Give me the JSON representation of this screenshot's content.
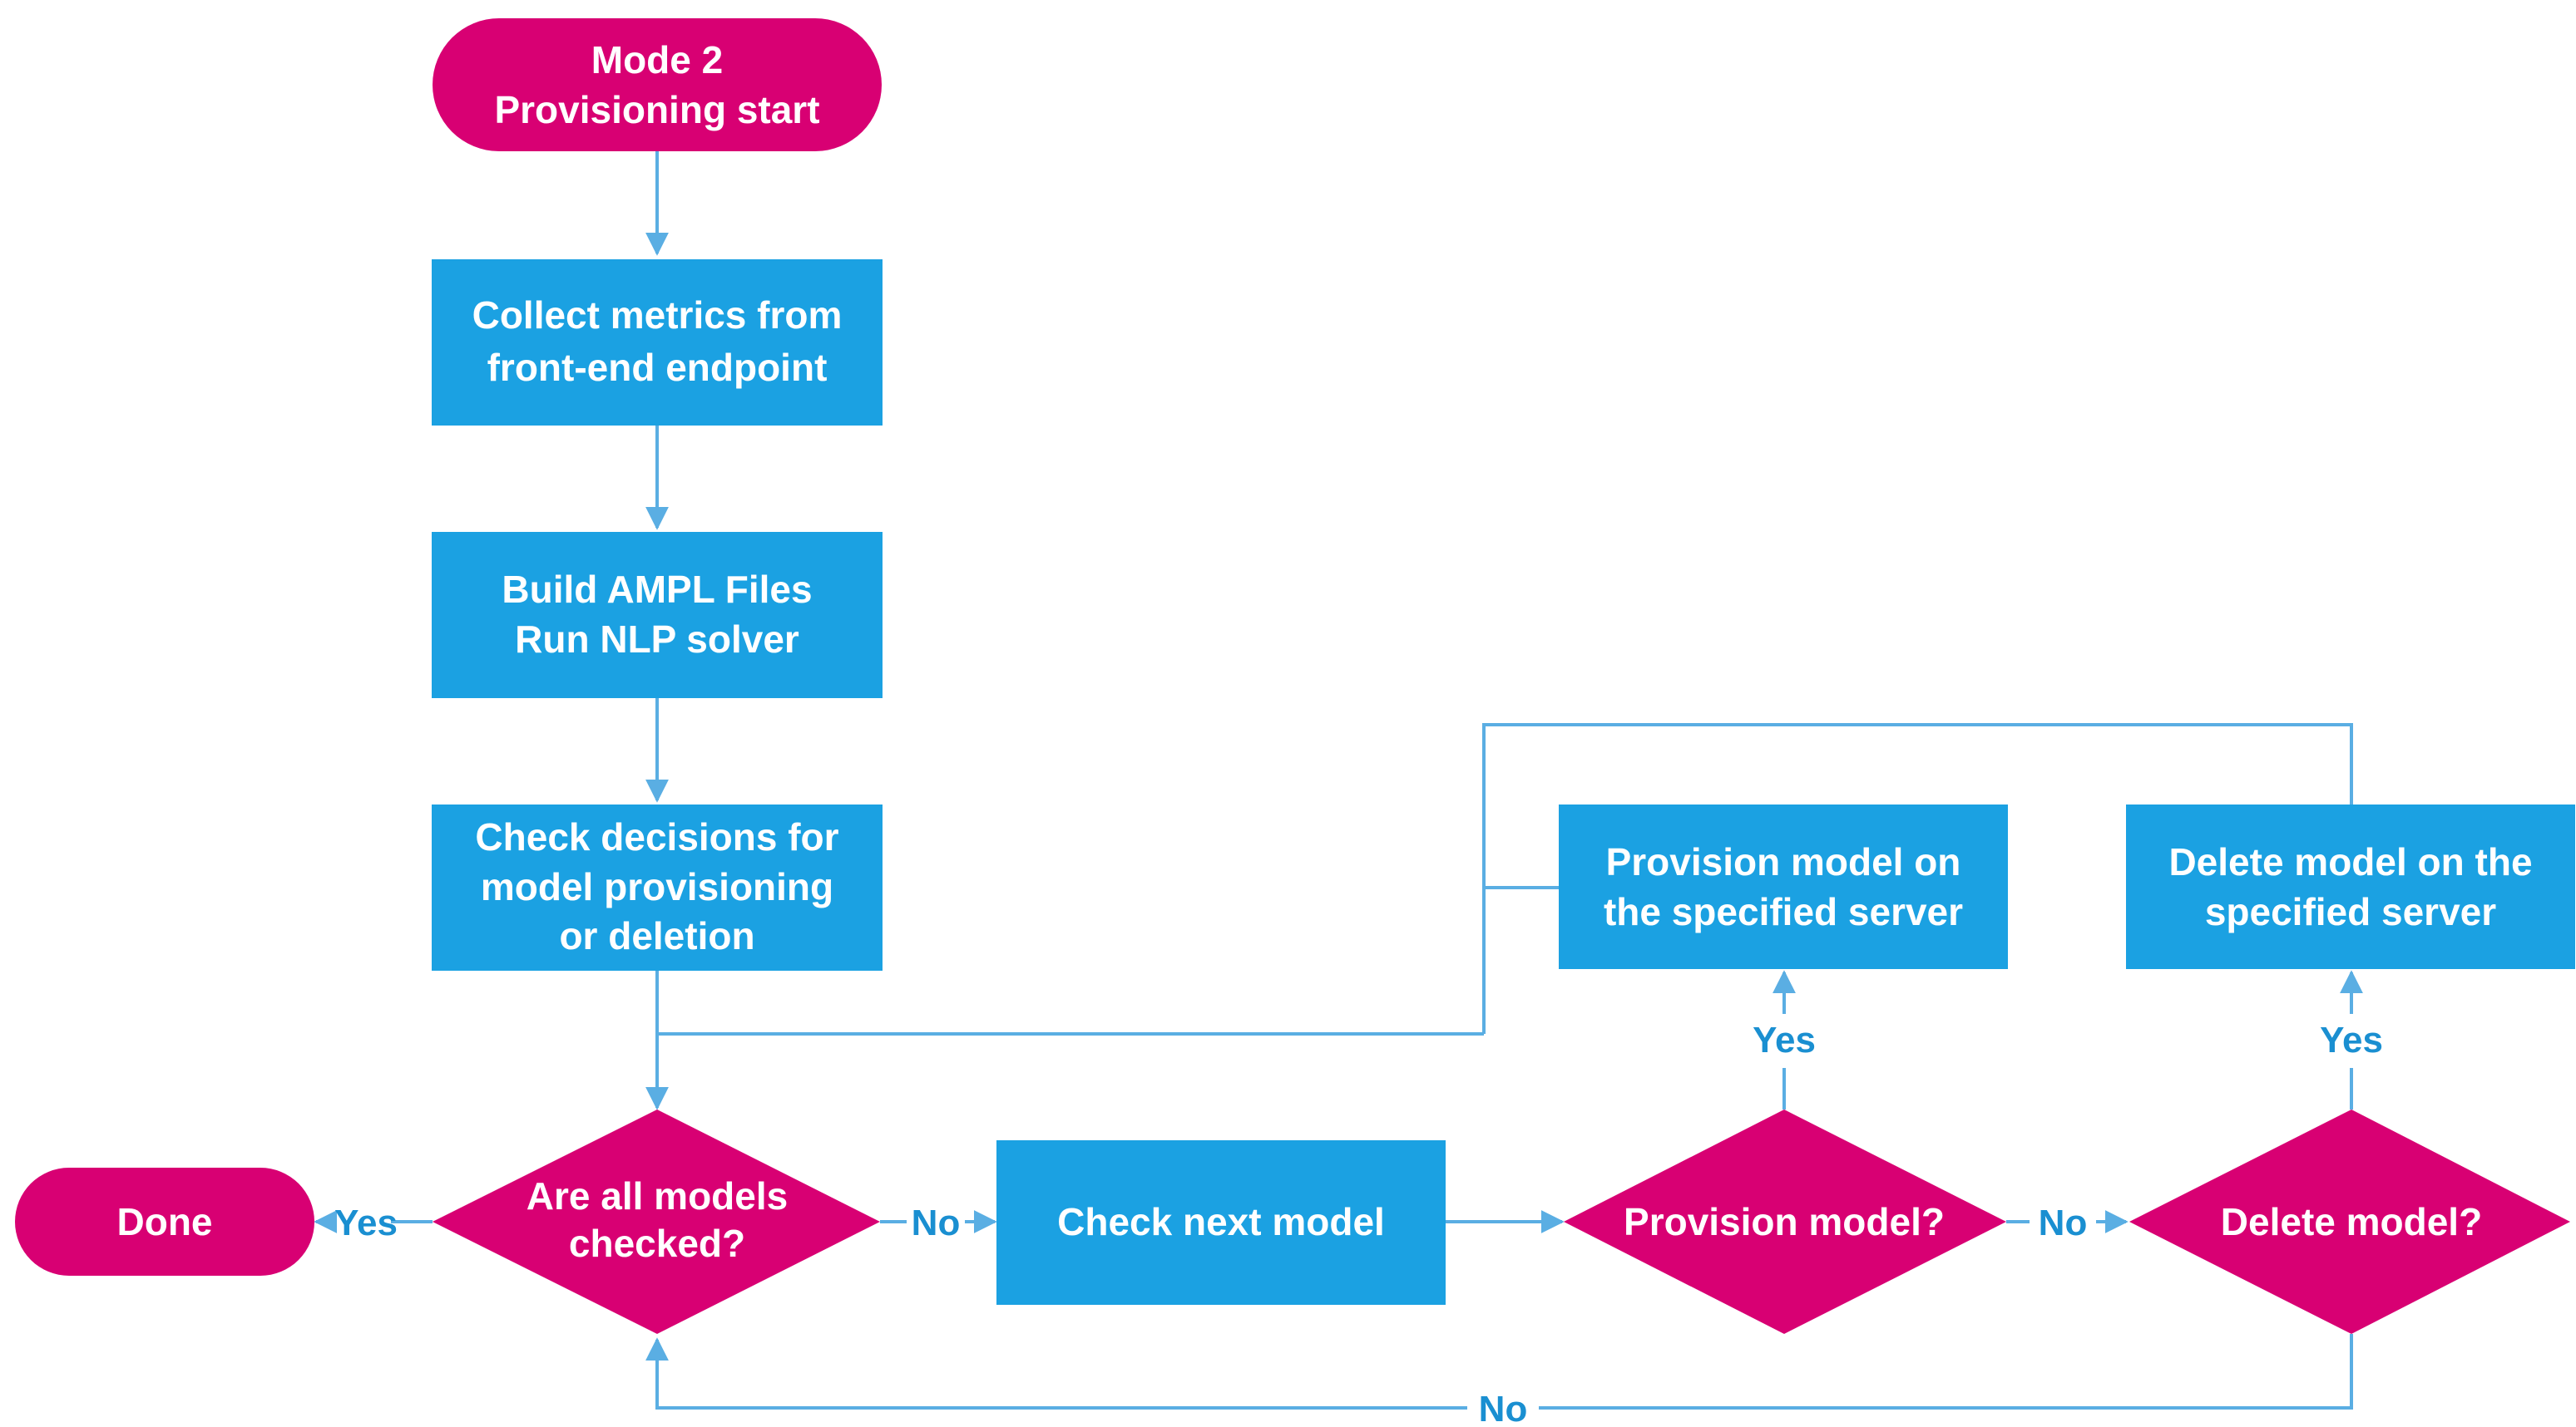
{
  "colors": {
    "process": "#1ba1e2",
    "decision": "#d80073",
    "connector": "#5aaee3",
    "label": "#1a8fd1",
    "node_text": "#ffffff"
  },
  "nodes": {
    "start": {
      "line1": "Mode 2",
      "line2": "Provisioning start"
    },
    "collect": {
      "line1": "Collect metrics from",
      "line2": "front-end endpoint"
    },
    "build": {
      "line1": "Build AMPL Files",
      "line2": "Run NLP solver"
    },
    "check_decisions": {
      "line1": "Check decisions for",
      "line2": "model provisioning",
      "line3": "or deletion"
    },
    "all_checked": {
      "line1": "Are all models",
      "line2": "checked?"
    },
    "done": {
      "line1": "Done"
    },
    "check_next": {
      "line1": "Check next model"
    },
    "provision_q": {
      "line1": "Provision model?"
    },
    "delete_q": {
      "line1": "Delete model?"
    },
    "provision_action": {
      "line1": "Provision model on",
      "line2": "the specified server"
    },
    "delete_action": {
      "line1": "Delete model on the",
      "line2": "specified server"
    }
  },
  "edge_labels": {
    "all_yes": "Yes",
    "all_no": "No",
    "provision_no": "No",
    "provision_yes": "Yes",
    "delete_yes": "Yes",
    "delete_no": "No"
  }
}
